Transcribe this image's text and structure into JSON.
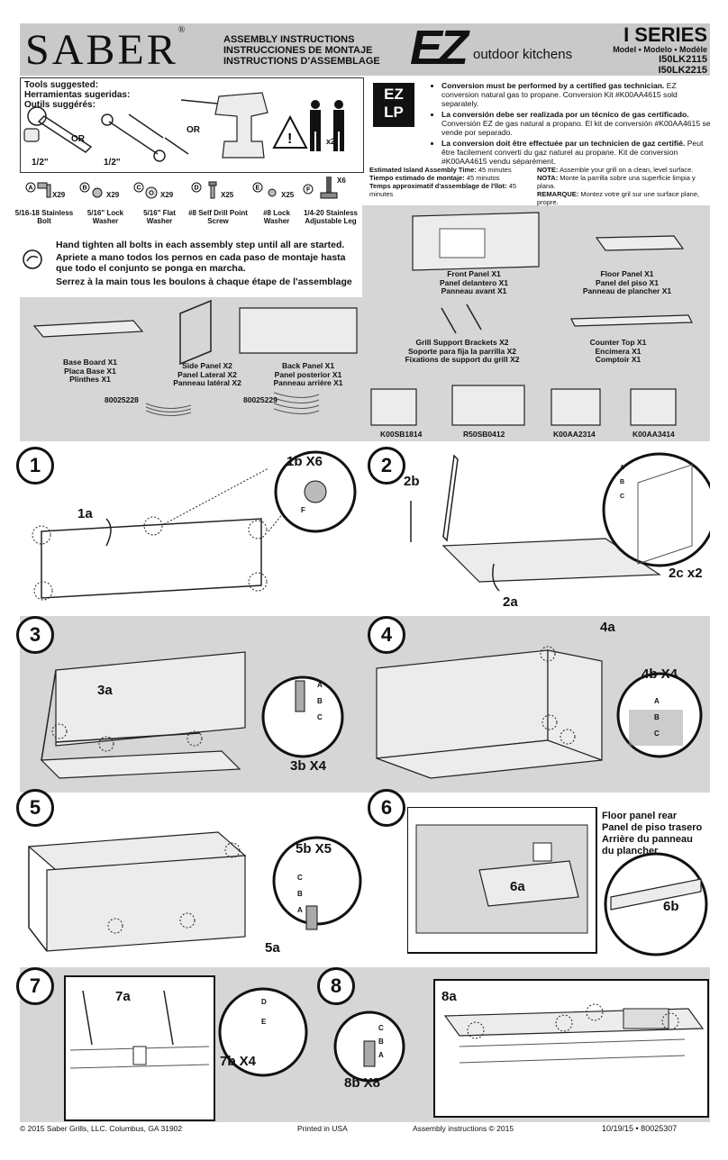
{
  "brand": {
    "name": "SABER",
    "mark": "®"
  },
  "assembly_title": [
    "ASSEMBLY INSTRUCTIONS",
    "INSTRUCCIONES DE MONTAJE",
    "INSTRUCTIONS D'ASSEMBLAGE"
  ],
  "ez": {
    "big": "EZ",
    "sub": "outdoor kitchens"
  },
  "series": {
    "title": "I SERIES",
    "models_label": "Model • Modelo • Modèle",
    "codes": [
      "I50LK2115",
      "I50LK2215"
    ]
  },
  "tools": {
    "heading": [
      "Tools suggested:",
      "Herramientas sugeridas:",
      "Outils suggérés:"
    ],
    "or1": "OR",
    "or2": "OR",
    "size1": "1/2\"",
    "size2": "1/2\""
  },
  "people": {
    "count": "x2"
  },
  "conversion": [
    {
      "bold": "Conversion must be performed by a certified gas technician.",
      "text": "EZ conversion natural gas to propane.  Conversion Kit #K00AA4615 sold separately."
    },
    {
      "bold": "La conversión debe ser realizada por un técnico de gas certificado.",
      "text": "Conversión EZ de gas natural a propano. El kit de conversión #K00AA4615 se vende por separado."
    },
    {
      "bold": "La conversion doit être effectuée par un technicien de gaz certifié.",
      "text": "Peut être facilement converti du gaz naturel au propane. Kit de conversion #K00AA4615 vendu séparément."
    }
  ],
  "ezlp": {
    "top": "EZ",
    "bottom": "LP"
  },
  "estimate": [
    {
      "label": "Estimated Island Assembly Time:",
      "value": "45 minutes"
    },
    {
      "label": "Tiempo estimado de montaje:",
      "value": "45 minutos"
    },
    {
      "label": "Temps approximatif d'assemblage de l'îlot:",
      "value": "45 minutes"
    }
  ],
  "notes": [
    {
      "label": "NOTE:",
      "text": "Assemble your grill on a clean, level surface."
    },
    {
      "label": "NOTA:",
      "text": "Monte la parrilla sobre una superficie limpia y plana."
    },
    {
      "label": "REMARQUE:",
      "text": "Montez votre gril sur une surface plane, propre."
    }
  ],
  "hardware": [
    {
      "letter": "A",
      "qty": "X29",
      "name": [
        "5/16-18 Stainless",
        "Bolt"
      ]
    },
    {
      "letter": "B",
      "qty": "X29",
      "name": [
        "5/16\" Lock",
        "Washer"
      ]
    },
    {
      "letter": "C",
      "qty": "X29",
      "name": [
        "5/16\" Flat",
        "Washer"
      ]
    },
    {
      "letter": "D",
      "qty": "X25",
      "name": [
        "#8 Self Drill Point",
        "Screw"
      ]
    },
    {
      "letter": "E",
      "qty": "X25",
      "name": [
        "#8 Lock",
        "Washer"
      ]
    },
    {
      "letter": "F",
      "qty": "X6",
      "name": [
        "1/4-20 Stainless",
        "Adjustable Leg"
      ]
    }
  ],
  "hand_tighten": [
    "Hand tighten all bolts in each assembly step until all are started.",
    "Apriete a mano todos los pernos en cada paso de montaje hasta que todo el conjunto se ponga en marcha.",
    "Serrez à la main tous les boulons à chaque étape de l'assemblage"
  ],
  "parts": {
    "front": [
      "Front Panel  X1",
      "Panel delantero  X1",
      "Panneau avant  X1"
    ],
    "floor": [
      "Floor Panel  X1",
      "Panel del piso  X1",
      "Panneau de plancher  X1"
    ],
    "base": [
      "Base Board  X1",
      "Placa Base  X1",
      "Plinthes  X1"
    ],
    "side": [
      "Side Panel  X2",
      "Panel Lateral  X2",
      "Panneau latéral X2"
    ],
    "back": [
      "Back Panel  X1",
      "Panel posterior  X1",
      "Panneau arrière  X1"
    ],
    "grill_support": [
      "Grill Support Brackets  X2",
      "Soporte para fija la parrilla  X2",
      "Fixations de support du grill  X2"
    ],
    "counter": [
      "Counter Top  X1",
      "Encimera  X1",
      "Comptoir  X1"
    ],
    "cable1": "80025228",
    "cable2": "80025229",
    "k1": "K00SB1814",
    "k2": "R50SB0412",
    "k3": "K00AA2314",
    "k4": "K00AA3414"
  },
  "steps": {
    "s1": {
      "num": "1",
      "a": "1a",
      "b": "1b  X6",
      "bl": "F"
    },
    "s2": {
      "num": "2",
      "a": "2a",
      "b": "2b",
      "c": "2c x2",
      "la": "A",
      "lb": "B",
      "lc": "C"
    },
    "s3": {
      "num": "3",
      "a": "3a",
      "b": "3b X4",
      "la": "A",
      "lb": "B",
      "lc": "C"
    },
    "s4": {
      "num": "4",
      "a": "4a",
      "b": "4b X4",
      "la": "A",
      "lb": "B",
      "lc": "C"
    },
    "s5": {
      "num": "5",
      "a": "5a",
      "b": "5b X5",
      "la": "C",
      "lb": "B",
      "lc": "A"
    },
    "s6": {
      "num": "6",
      "a": "6a",
      "b": "6b",
      "title": [
        "Floor panel rear",
        "Panel de piso trasero",
        "Arrière du panneau",
        "du plancher"
      ]
    },
    "s7": {
      "num": "7",
      "a": "7a",
      "b": "7b X4",
      "ld": "D",
      "le": "E"
    },
    "s8": {
      "num": "8",
      "a": "8a",
      "b": "8b X8",
      "la": "C",
      "lb": "B",
      "lc": "A"
    }
  },
  "footer": {
    "copyright": "© 2015 Saber Grills, LLC.    Columbus, GA  31902",
    "printed": "Printed in USA",
    "asm": "Assembly instructions © 2015",
    "code": "10/19/15 • 80025307"
  }
}
